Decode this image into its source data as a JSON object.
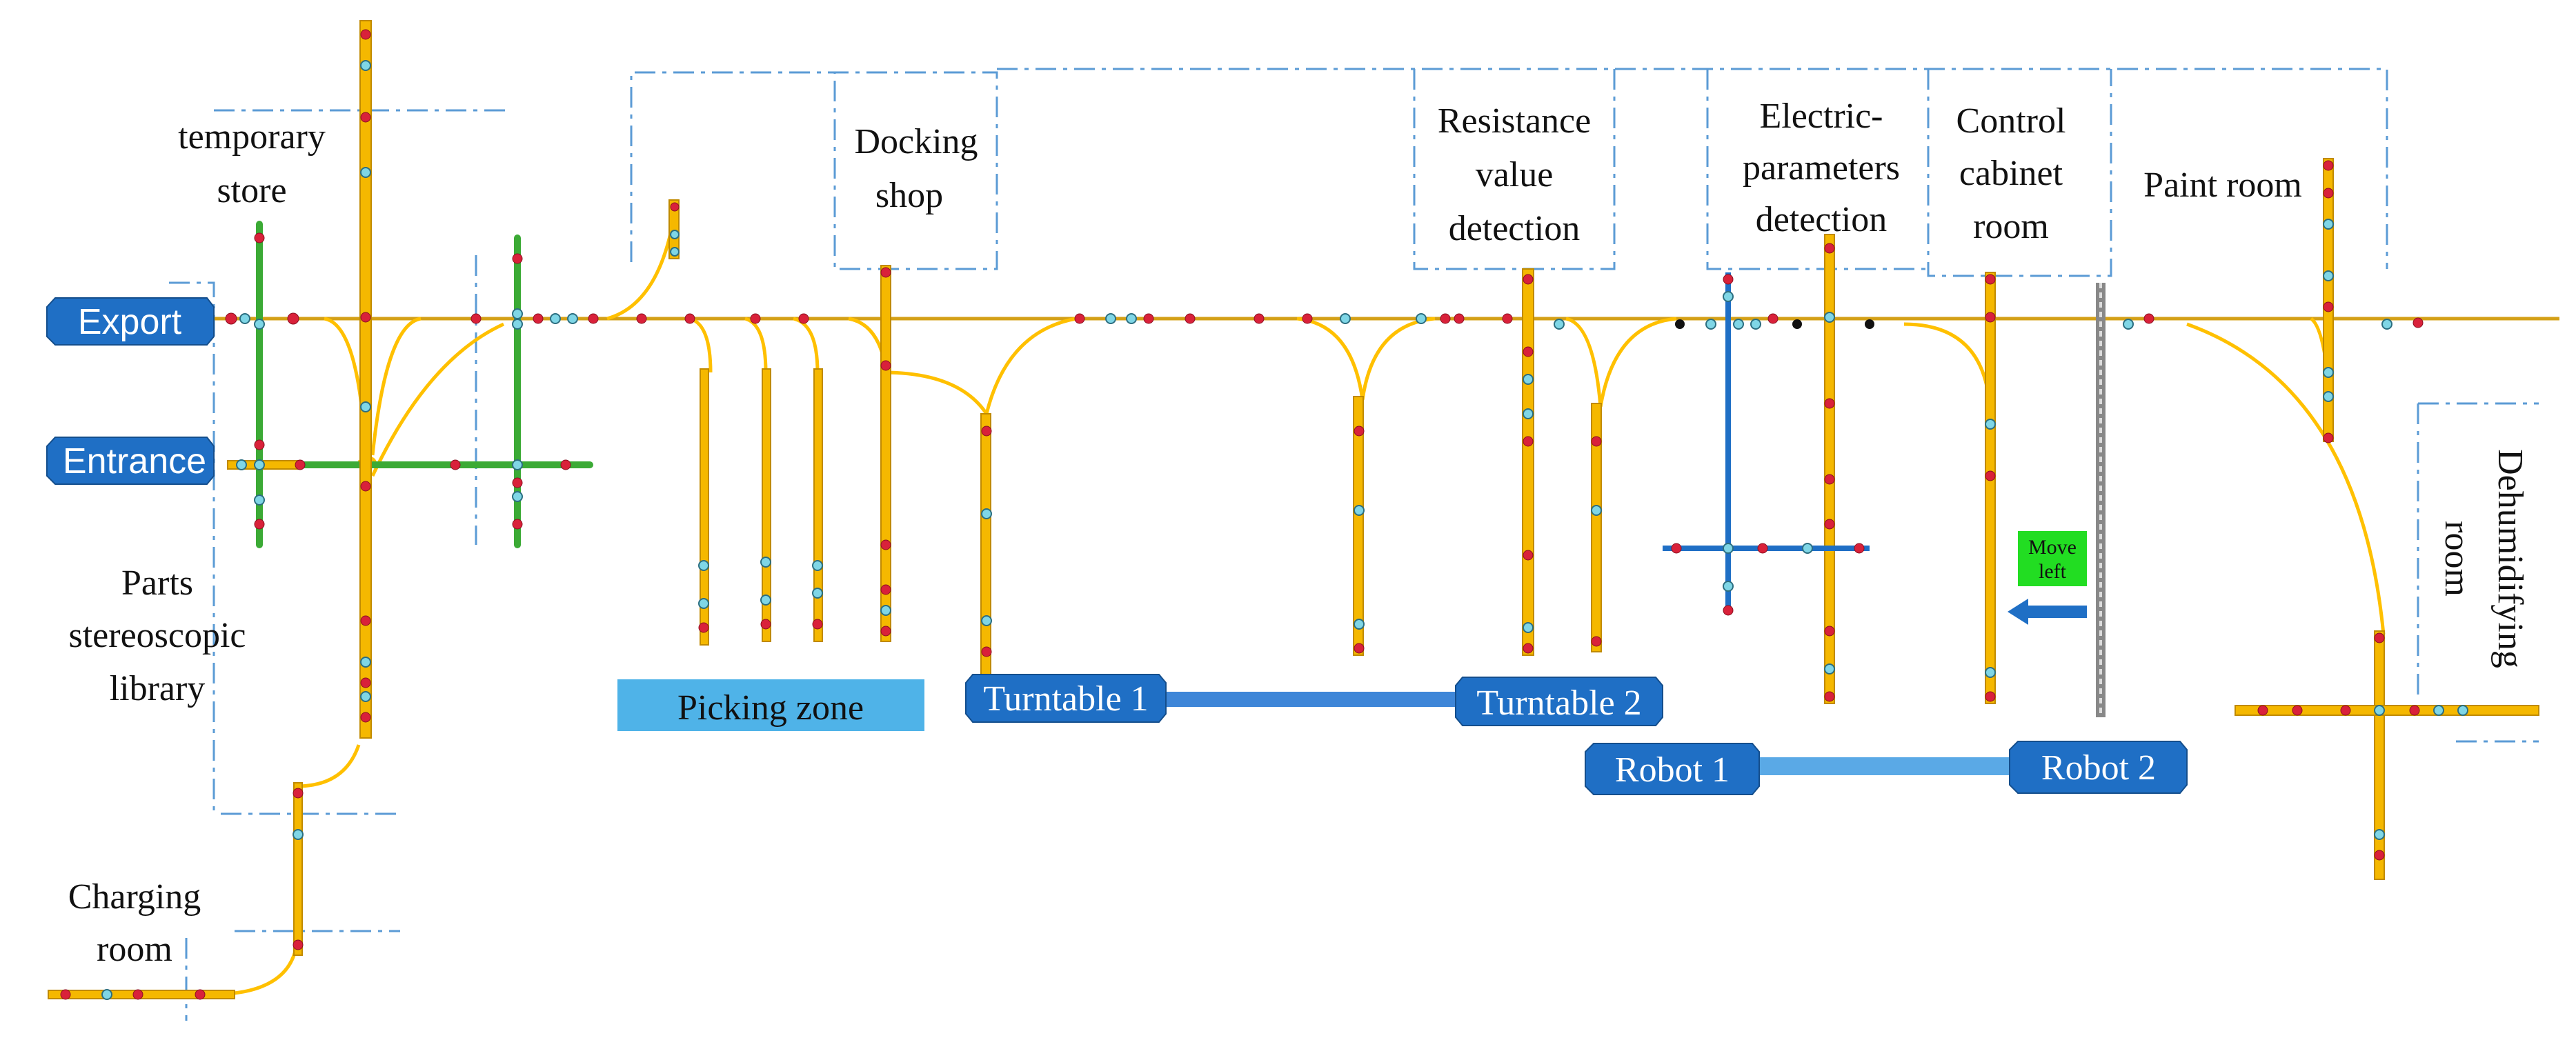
{
  "labels": {
    "temporary_store": [
      "temporary",
      "store"
    ],
    "docking_shop": [
      "Docking",
      "shop"
    ],
    "resistance": [
      "Resistance",
      "value",
      "detection"
    ],
    "electric": [
      "Electric-",
      "parameters",
      "detection"
    ],
    "control": [
      "Control",
      "cabinet",
      "room"
    ],
    "paint_room": "Paint room",
    "dehumidifying": [
      "Dehumidifying",
      "room"
    ],
    "parts_library": [
      "Parts",
      "stereoscopic",
      "library"
    ],
    "charging_room": [
      "Charging",
      "room"
    ]
  },
  "tags": {
    "export": "Export",
    "entrance": "Entrance",
    "picking_zone": "Picking zone",
    "turntable_1": "Turntable 1",
    "turntable_2": "Turntable 2",
    "robot_1": "Robot 1",
    "robot_2": "Robot 2",
    "move_left": [
      "Move",
      "left"
    ]
  },
  "colors": {
    "track_yellow": "#F5B800",
    "track_edge": "#C08A00",
    "curve_yellow": "#FFC000",
    "main_line": "#D4A017",
    "green_track": "#3BAA35",
    "blue_track": "#1F6FC5",
    "tag_blue": "#1F6FC5",
    "picking_blue": "#4FB3E8",
    "link_blue": "#5AA9E6",
    "dashed_border": "#5B9BD5",
    "red_point": "#D9213A",
    "cyan_point": "#7FD6E6",
    "move_green": "#22DD22"
  }
}
